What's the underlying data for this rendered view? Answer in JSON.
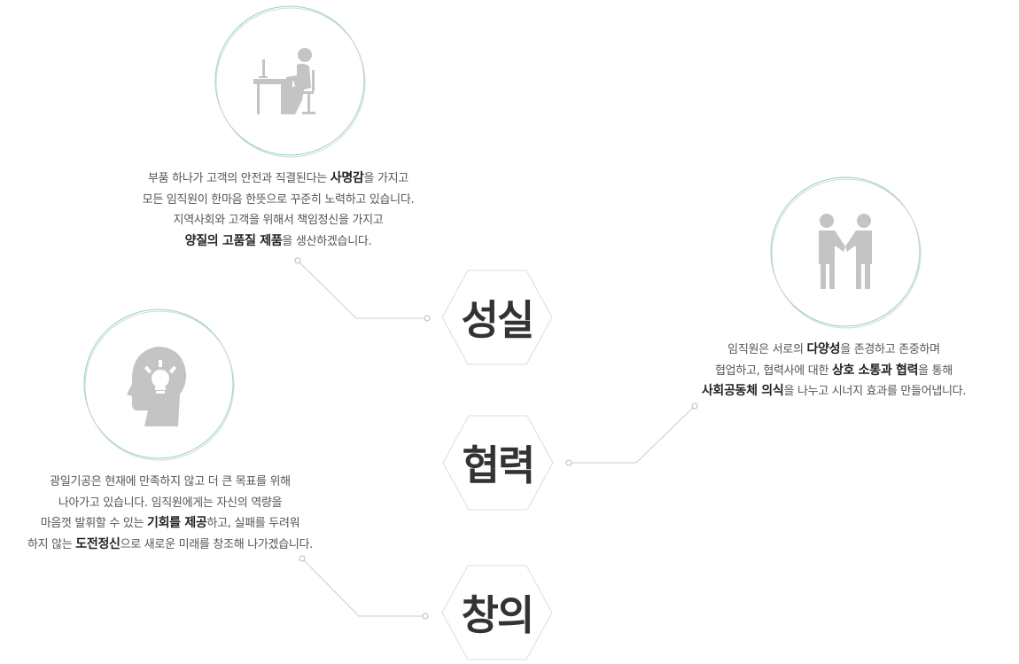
{
  "values": [
    {
      "id": "sincerity",
      "icon": "office-worker-icon",
      "keyword": "성실",
      "text": [
        [
          {
            "t": "부품 하나가 고객의 안전과 직결된다는 "
          },
          {
            "t": "사명감",
            "b": true
          },
          {
            "t": "을 가지고"
          }
        ],
        [
          {
            "t": "모든 임직원이 한마음 한뜻으로 꾸준히 노력하고 있습니다."
          }
        ],
        [
          {
            "t": "지역사회와 고객을 위해서 책임정신을 가지고"
          }
        ],
        [
          {
            "t": "양질의 고품질 제품",
            "b": true
          },
          {
            "t": "을 생산하겠습니다."
          }
        ]
      ]
    },
    {
      "id": "cooperation",
      "icon": "handshake-icon",
      "keyword": "협력",
      "text": [
        [
          {
            "t": "임직원은 서로의 "
          },
          {
            "t": "다양성",
            "b": true
          },
          {
            "t": "을 존경하고 존중하며"
          }
        ],
        [
          {
            "t": "협업하고, 협력사에 대한 "
          },
          {
            "t": "상호 소통과 협력",
            "b": true
          },
          {
            "t": "을 통해"
          }
        ],
        [
          {
            "t": "사회공동체 의식",
            "b": true
          },
          {
            "t": "을 나누고 시너지 효과를 만들어냅니다."
          }
        ]
      ]
    },
    {
      "id": "creativity",
      "icon": "head-lightbulb-icon",
      "keyword": "창의",
      "text": [
        [
          {
            "t": "광일기공은 현재에 만족하지 않고 더 큰 목표를 위해"
          }
        ],
        [
          {
            "t": "나아가고 있습니다. 임직원에게는 자신의 역량을"
          }
        ],
        [
          {
            "t": "마음껏 발휘할 수 있는 "
          },
          {
            "t": "기회를 제공",
            "b": true
          },
          {
            "t": "하고, 실패를 두려워"
          }
        ],
        [
          {
            "t": "하지 않는 "
          },
          {
            "t": "도전정신",
            "b": true
          },
          {
            "t": "으로 새로운 미래를 창조해 나가겠습니다."
          }
        ]
      ]
    }
  ],
  "colors": {
    "circle_teal": "#8fd3d0",
    "circle_gray": "#d6d6d6",
    "icon_gray": "#c4c4c4",
    "hex_border": "#dddddd",
    "connector": "#cccccc",
    "keyword": "#333333",
    "text": "#555555",
    "bold_text": "#222222"
  }
}
